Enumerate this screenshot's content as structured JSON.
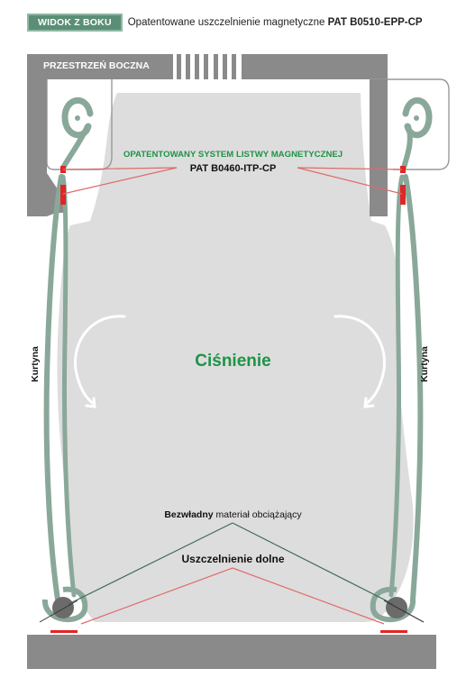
{
  "header": {
    "badge": "WIDOK Z BOKU",
    "title_prefix": "Opatentowane uszczelnienie magnetyczne",
    "title_code": "PAT B0510-EPP-CP"
  },
  "labels": {
    "side_space": "PRZESTRZEŃ BOCZNA",
    "magnetic_system": "OPATENTOWANY SYSTEM LISTWY MAGNETYCZNEJ",
    "magnetic_code": "PAT B0460-ITP-CP",
    "pressure": "Ciśnienie",
    "curtain_left": "Kurtyna",
    "curtain_right": "Kurtyna",
    "ballast_bold": "Bezwładny",
    "ballast_rest": "materiał obciążający",
    "bottom_seal": "Uszczelnienie dolne"
  },
  "colors": {
    "curtain": "#8aa89a",
    "frame": "#8a8a8a",
    "magnet": "#e02626",
    "pointer_red": "#e06a6a",
    "pointer_green": "#3f6b58",
    "accent_green": "#1e9346",
    "pressure_area": "#dddddd"
  }
}
